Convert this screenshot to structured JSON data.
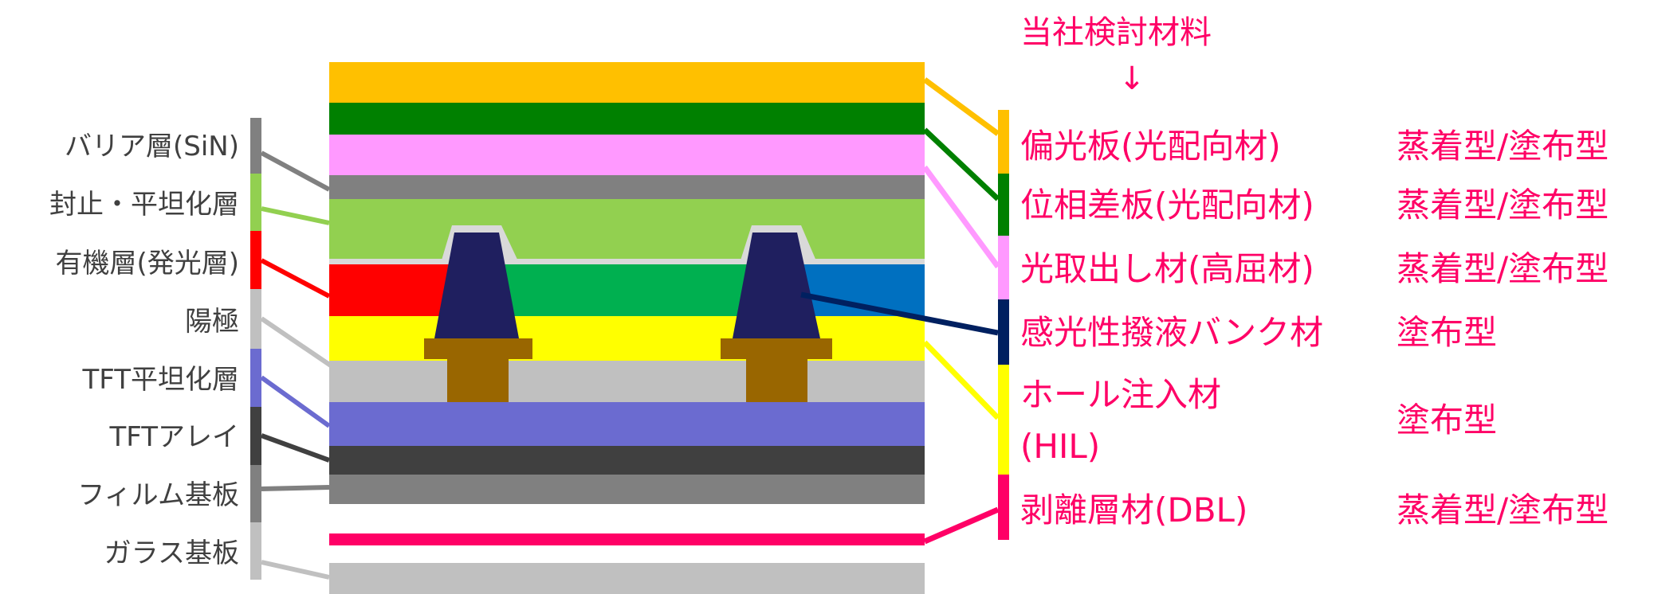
{
  "header": {
    "title": "当社検討材料",
    "arrow": "↓"
  },
  "left_labels": [
    {
      "text": "バリア層(SiN)",
      "color": "#808080"
    },
    {
      "text": "封止・平坦化層",
      "color": "#92d050"
    },
    {
      "text": "有機層(発光層)",
      "color": "#ff0000"
    },
    {
      "text": "陽極",
      "color": "#c0c0c0"
    },
    {
      "text": "TFT平坦化層",
      "color": "#6b6bd0"
    },
    {
      "text": "TFTアレイ",
      "color": "#404040"
    },
    {
      "text": "フィルム基板",
      "color": "#808080"
    },
    {
      "text": "ガラス基板",
      "color": "#c0c0c0"
    }
  ],
  "right_labels": [
    {
      "material": "偏光板(光配向材)",
      "type": "蒸着型/塗布型",
      "color": "#ffc000"
    },
    {
      "material": "位相差板(光配向材)",
      "type": "蒸着型/塗布型",
      "color": "#008000"
    },
    {
      "material": "光取出し材(高屈材)",
      "type": "蒸着型/塗布型",
      "color": "#ff99ff"
    },
    {
      "material": "感光性撥液バンク材",
      "type": "塗布型",
      "color": "#002060"
    },
    {
      "material": "ホール注入材",
      "material_line2": "(HIL)",
      "type": "塗布型",
      "color": "#ffff00"
    },
    {
      "material": "剥離層材(DBL)",
      "type": "蒸着型/塗布型",
      "color": "#ff0066"
    }
  ],
  "colors": {
    "polarizer": "#ffc000",
    "retarder": "#008000",
    "extraction": "#ff99ff",
    "barrier": "#808080",
    "encap": "#92d050",
    "red_emitter": "#ff0000",
    "green_emitter": "#00b050",
    "blue_emitter": "#0070c0",
    "hil": "#ffff00",
    "anode": "#c0c0c0",
    "bank": "#1f1f5f",
    "contact": "#996600",
    "tft_planar": "#6b6bd0",
    "tft_array": "#404040",
    "film": "#808080",
    "dbl": "#ff0066",
    "glass": "#c0c0c0",
    "accent": "#ff0066"
  }
}
